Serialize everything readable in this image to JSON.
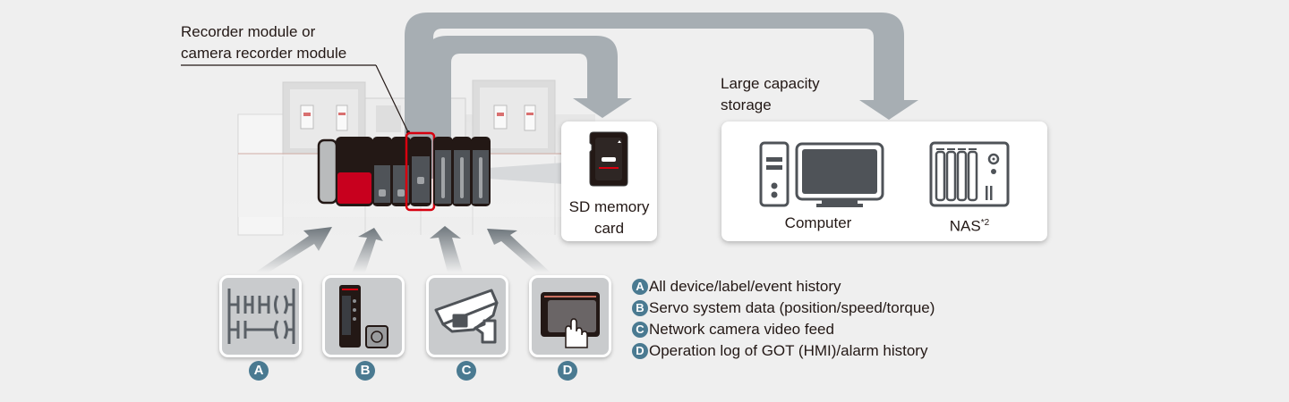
{
  "callouts": {
    "recorder_module": "Recorder module or camera recorder module",
    "recorder_module_line1": "Recorder module or",
    "recorder_module_line2": "camera recorder module"
  },
  "sd_card": {
    "line1": "SD memory",
    "line2": "card"
  },
  "storage": {
    "title_line1": "Large capacity",
    "title_line2": "storage",
    "computer_label": "Computer",
    "nas_label": "NAS",
    "nas_footnote": "*2"
  },
  "sources": [
    {
      "letter": "A",
      "icon": "ladder-diagram-icon",
      "description": "All device/label/event history"
    },
    {
      "letter": "B",
      "icon": "servo-amplifier-icon",
      "description": "Servo system data (position/speed/torque)"
    },
    {
      "letter": "C",
      "icon": "network-camera-icon",
      "description": "Network camera video feed"
    },
    {
      "letter": "D",
      "icon": "hmi-touch-panel-icon",
      "description": "Operation log of GOT (HMI)/alarm history"
    }
  ],
  "colors": {
    "background": "#efefef",
    "arrow": "#a7aeb3",
    "badge": "#4a7a91",
    "highlight": "#d7000f",
    "icon_dark": "#4f5358"
  }
}
